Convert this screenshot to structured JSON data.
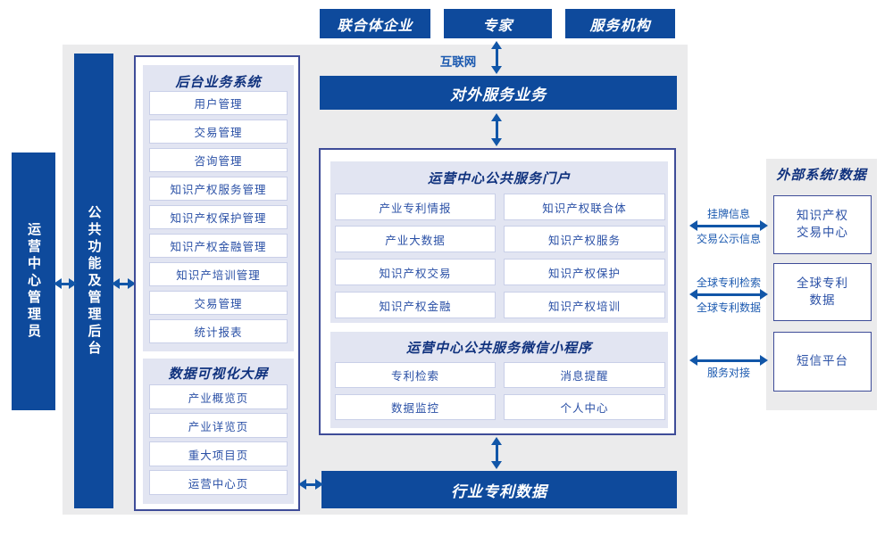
{
  "colors": {
    "primary_blue": "#0e4a9c",
    "panel_lavender": "#e2e5f2",
    "border_navy": "#3e4c98",
    "item_text_blue": "#2a50a6",
    "arrow_blue": "#1156a8",
    "background_gray": "#ebebec"
  },
  "top_actors": [
    "联合体企业",
    "专家",
    "服务机构"
  ],
  "internet_label": "互联网",
  "external_service_bar": "对外服务业务",
  "left_bars": {
    "operator_admin": "运营中心管理员",
    "public_function": "公共功能及管理后台"
  },
  "backend_system": {
    "title": "后台业务系统",
    "items": [
      "用户管理",
      "交易管理",
      "咨询管理",
      "知识产权服务管理",
      "知识产权保护管理",
      "知识产权金融管理",
      "知识产培训管理",
      "交易管理",
      "统计报表"
    ]
  },
  "dashboard": {
    "title": "数据可视化大屏",
    "items": [
      "产业概览页",
      "产业详览页",
      "重大项目页",
      "运营中心页"
    ]
  },
  "portal": {
    "title": "运营中心公共服务门户",
    "items": [
      "产业专利情报",
      "知识产权联合体",
      "产业大数据",
      "知识产权服务",
      "知识产权交易",
      "知识产权保护",
      "知识产权金融",
      "知识产权培训"
    ]
  },
  "miniprogram": {
    "title": "运营中心公共服务微信小程序",
    "items": [
      "专利检索",
      "消息提醒",
      "数据监控",
      "个人中心"
    ]
  },
  "industry_data_bar": "行业专利数据",
  "external_panel": {
    "title": "外部系统/数据",
    "systems": [
      {
        "lines": [
          "知识产权",
          "交易中心"
        ]
      },
      {
        "lines": [
          "全球专利",
          "数据"
        ]
      },
      {
        "lines": [
          "短信平台"
        ]
      }
    ]
  },
  "link_labels": {
    "listing_top": "挂牌信息",
    "listing_bottom": "交易公示信息",
    "patent_search_top": "全球专利检索",
    "patent_data_bottom": "全球专利数据",
    "service_bottom": "服务对接"
  }
}
